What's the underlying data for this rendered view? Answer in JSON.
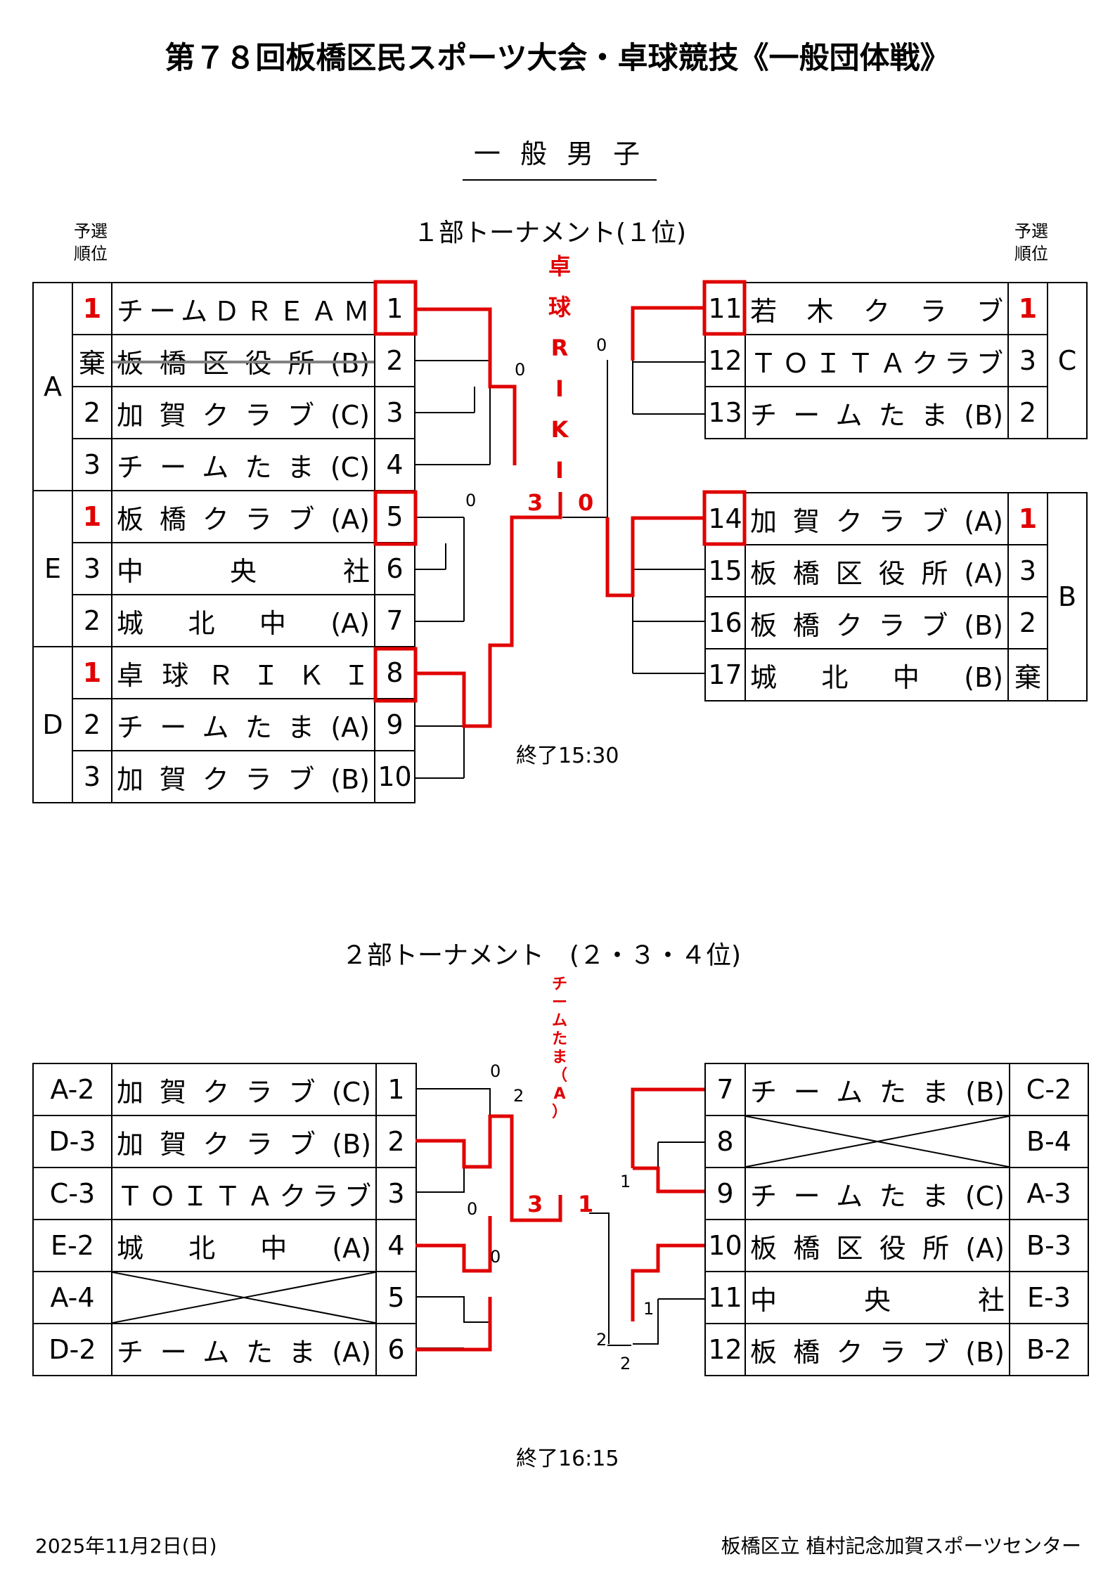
{
  "title": "第７８回板橋区民スポーツ大会・卓球競技《一般団体戦》",
  "category": "一 般 男 子",
  "t1": {
    "heading": "１部トーナメント(１位)",
    "rank_header_left": [
      "予選",
      "順位"
    ],
    "rank_header_right": [
      "予選",
      "順位"
    ],
    "left_rows": [
      {
        "rank": "1",
        "name": "チームＤＲＥＡＭ",
        "no": "1"
      },
      {
        "rank": "棄",
        "name": "板橋区役所(B)",
        "no": "2"
      },
      {
        "rank": "2",
        "name": "加賀クラブ(C)",
        "no": "3"
      },
      {
        "rank": "3",
        "name": "チームたま(C)",
        "no": "4"
      },
      {
        "rank": "1",
        "name": "板橋クラブ(A)",
        "no": "5"
      },
      {
        "rank": "3",
        "name": "中央社",
        "no": "6"
      },
      {
        "rank": "2",
        "name": "城北中(A)",
        "no": "7"
      },
      {
        "rank": "1",
        "name": "卓球ＲＩＫＩ",
        "no": "8"
      },
      {
        "rank": "2",
        "name": "チームたま(A)",
        "no": "9"
      },
      {
        "rank": "3",
        "name": "加賀クラブ(B)",
        "no": "10"
      }
    ],
    "left_groups": [
      "A",
      "E",
      "D"
    ],
    "right_rows": [
      {
        "no": "11",
        "name": "若木クラブ",
        "rank": "1"
      },
      {
        "no": "12",
        "name": "ＴＯＩＴＡクラブ",
        "rank": "3"
      },
      {
        "no": "13",
        "name": "チームたま(B)",
        "rank": "2"
      },
      {
        "no": "14",
        "name": "加賀クラブ(A)",
        "rank": "1"
      },
      {
        "no": "15",
        "name": "板橋区役所(A)",
        "rank": "3"
      },
      {
        "no": "16",
        "name": "板橋クラブ(B)",
        "rank": "2"
      },
      {
        "no": "17",
        "name": "城北中(B)",
        "rank": "棄"
      }
    ],
    "right_groups": [
      "C",
      "B"
    ],
    "winner": [
      "卓",
      "球",
      "R",
      "I",
      "K",
      "I"
    ],
    "final_score_left": "3",
    "final_score_right": "0",
    "scores": {
      "r1": "0",
      "e1": "0",
      "c1": "0"
    },
    "end_time": "終了15:30"
  },
  "t2": {
    "heading": "２部トーナメント　(２・３・４位)",
    "left_rows": [
      {
        "code": "A-2",
        "name": "加賀クラブ(C)",
        "no": "1"
      },
      {
        "code": "D-3",
        "name": "加賀クラブ(B)",
        "no": "2"
      },
      {
        "code": "C-3",
        "name": "ＴＯＩＴＡクラブ",
        "no": "3"
      },
      {
        "code": "E-2",
        "name": "城北中(A)",
        "no": "4"
      },
      {
        "code": "A-4",
        "name": "",
        "no": "5"
      },
      {
        "code": "D-2",
        "name": "チームたま(A)",
        "no": "6"
      }
    ],
    "right_rows": [
      {
        "no": "7",
        "name": "チームたま(B)",
        "code": "C-2"
      },
      {
        "no": "8",
        "name": "",
        "code": "B-4"
      },
      {
        "no": "9",
        "name": "チームたま(C)",
        "code": "A-3"
      },
      {
        "no": "10",
        "name": "板橋区役所(A)",
        "code": "B-3"
      },
      {
        "no": "11",
        "name": "中央社",
        "code": "E-3"
      },
      {
        "no": "12",
        "name": "板橋クラブ(B)",
        "code": "B-2"
      }
    ],
    "winner": [
      "チ",
      "ー",
      "ム",
      "た",
      "ま",
      "（",
      "A",
      "）"
    ],
    "final_score_left": "3",
    "final_score_right": "1",
    "scores": {
      "s1": "0",
      "s2": "2",
      "s3": "0",
      "s4": "0",
      "s5": "1",
      "s6": "1",
      "s7": "2",
      "s8": "2"
    },
    "end_time": "終了16:15"
  },
  "footer": {
    "date": "2025年11月2日(日)",
    "venue": "板橋区立 植村記念加賀スポーツセンター"
  }
}
